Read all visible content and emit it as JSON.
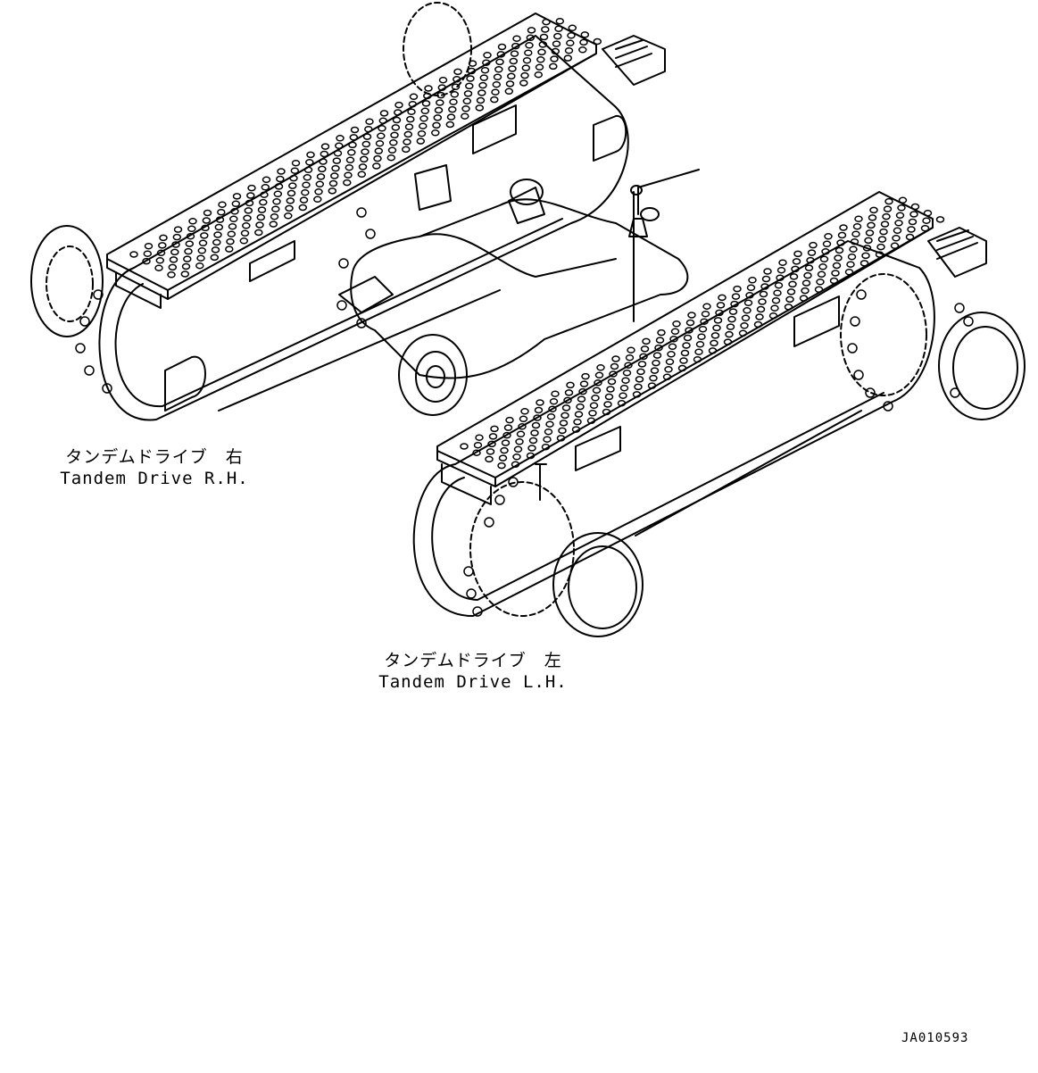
{
  "labels": {
    "right": {
      "jp": "タンデムドライブ　右",
      "en": "Tandem Drive R.H."
    },
    "left": {
      "jp": "タンデムドライブ　左",
      "en": "Tandem Drive L.H."
    }
  },
  "drawing_id": "JA010593",
  "colors": {
    "line": "#000000",
    "background": "#ffffff"
  }
}
